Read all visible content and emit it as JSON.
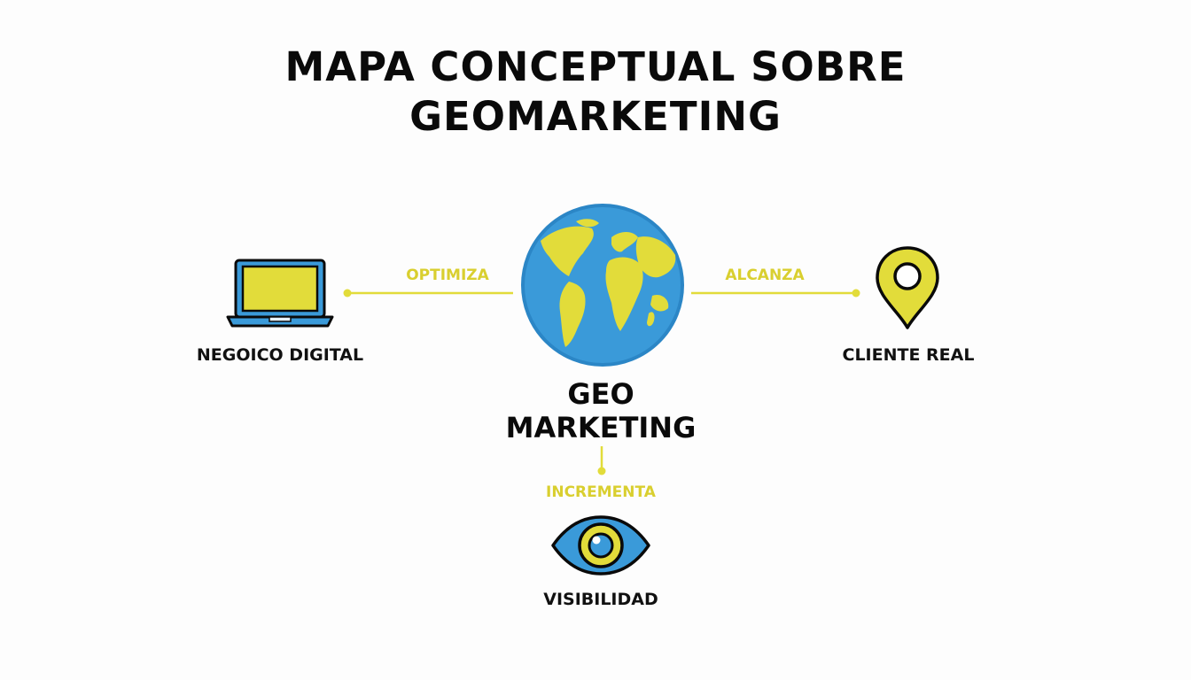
{
  "title": {
    "line1": "MAPA CONCEPTUAL SOBRE",
    "line2": "GEOMARKETING"
  },
  "center": {
    "line1": "GEO",
    "line2": "MARKETING",
    "icon": "globe-icon"
  },
  "nodes": {
    "left": {
      "label": "NEGOICO DIGITAL",
      "icon": "laptop-icon"
    },
    "right": {
      "label": "CLIENTE REAL",
      "icon": "map-pin-icon"
    },
    "bottom": {
      "label": "VISIBILIDAD",
      "icon": "eye-icon"
    }
  },
  "edges": {
    "left": "OPTIMIZA",
    "right": "ALCANZA",
    "bottom": "INCREMENTA"
  },
  "colors": {
    "yellow": "#e2dc3a",
    "blue": "#3a9ad9",
    "dark": "#0a0a0a",
    "accent_text": "#d9cf2f"
  }
}
